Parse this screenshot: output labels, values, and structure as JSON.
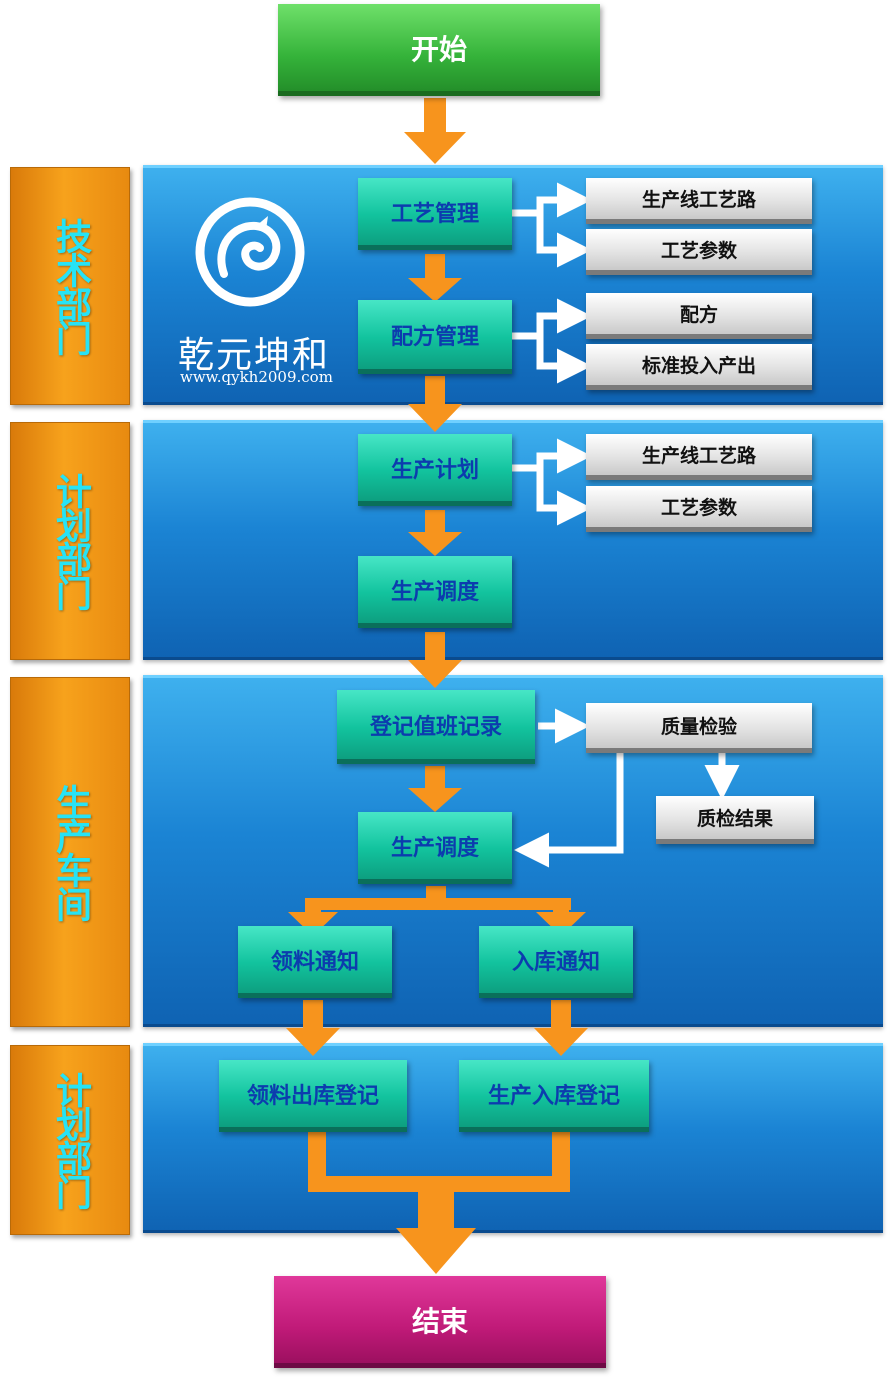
{
  "start": "开始",
  "end": "结束",
  "logo": {
    "name": "乾元坤和",
    "url": "www.qykh2009.com",
    "icon": "dragon-logo-icon"
  },
  "lanes": [
    {
      "label": "技术部门"
    },
    {
      "label": "计划部门"
    },
    {
      "label": "生产车间"
    },
    {
      "label": "计划部门"
    }
  ],
  "steps": {
    "craft_mgmt": "工艺管理",
    "recipe_mgmt": "配方管理",
    "prod_plan": "生产计划",
    "prod_dispatch_1": "生产调度",
    "shift_record": "登记值班记录",
    "prod_dispatch_2": "生产调度",
    "material_notice": "领料通知",
    "storage_notice": "入库通知",
    "material_out": "领料出库登记",
    "prod_in": "生产入库登记"
  },
  "details": {
    "craft_route": "生产线工艺路",
    "craft_params": "工艺参数",
    "recipe": "配方",
    "std_io": "标准投入产出",
    "plan_route": "生产线工艺路",
    "plan_params": "工艺参数",
    "quality_check": "质量检验",
    "quality_result": "质检结果"
  },
  "colors": {
    "lane_blue": "#1b84d4",
    "label_orange": "#f7a21c",
    "label_text": "#27e3f5",
    "step_green": "#12c39e",
    "step_text": "#0c3cae",
    "arrow_orange": "#f7941d",
    "start_green": "#35b33a",
    "end_magenta": "#c01a78"
  }
}
